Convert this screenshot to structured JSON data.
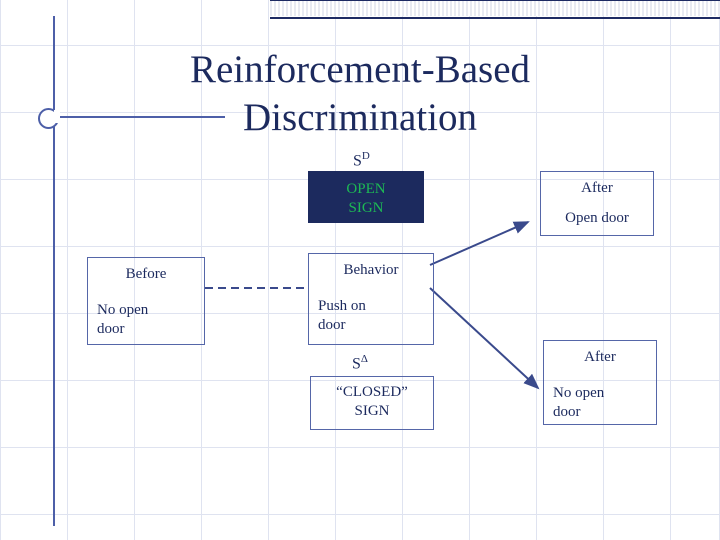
{
  "slide": {
    "title": "Reinforcement-Based Discrimination",
    "title_line1": "Reinforcement-Based",
    "title_line2": "Discrimination"
  },
  "diagram": {
    "sd_label": "S",
    "sd_superscript": "D",
    "sdelta_label": "S",
    "sdelta_superscript": "Δ",
    "boxes": [
      {
        "name": "sd-stimulus",
        "line1": "OPEN",
        "line2": "SIGN",
        "style": "dark",
        "text_color": "#1db954",
        "bg_color": "#1c2a5e"
      },
      {
        "name": "before",
        "line1": "Before",
        "line2": "No open",
        "line3": "door",
        "style": "light"
      },
      {
        "name": "behavior",
        "line1": "Behavior",
        "line2": "Push on",
        "line3": "door",
        "style": "light"
      },
      {
        "name": "after-top",
        "line1": "After",
        "line2": "Open door",
        "style": "light"
      },
      {
        "name": "sdelta-stimulus",
        "line1": "“CLOSED”",
        "line2": "SIGN",
        "style": "light"
      },
      {
        "name": "after-bottom",
        "line1": "After",
        "line2": "No open",
        "line3": "door",
        "style": "light"
      }
    ],
    "colors": {
      "accent": "#1c2a5e",
      "border": "#5566a8",
      "grid": "#dfe3f0",
      "green_text": "#1db954",
      "arrow": "#3a4a8c"
    }
  }
}
